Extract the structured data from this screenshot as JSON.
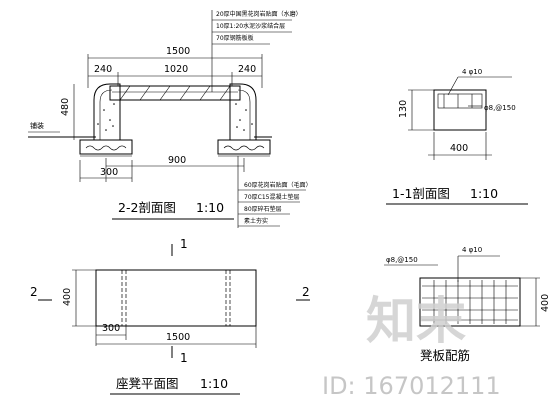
{
  "section22": {
    "notes_top": [
      "20厚中国黑花岗岩贴面（水磨）",
      "10厚1:20水泥沙浆结合层",
      "70厚钢筋板板"
    ],
    "dim_1500": "1500",
    "dim_240_left": "240",
    "dim_1020": "1020",
    "dim_240_right": "240",
    "dim_480": "480",
    "label_ground": "铺装",
    "dim_300": "300",
    "dim_900": "900",
    "notes_bottom": [
      "60厚花岗岩贴面（毛面）",
      "70厚C15混凝土垫层",
      "80厚碎石垫层",
      "素土夯实"
    ],
    "title": "2-2剖面图",
    "scale": "1:10"
  },
  "section11": {
    "label_top": "4 φ10",
    "label_right": "φ8,@150",
    "dim_130": "130",
    "dim_400": "400",
    "title": "1-1剖面图",
    "scale": "1:10"
  },
  "plan": {
    "marker_top": "1",
    "marker_bottom": "1",
    "marker_left": "2",
    "marker_right": "2",
    "dim_400": "400",
    "dim_300": "300",
    "dim_1500": "1500",
    "title": "座凳平面图",
    "scale": "1:10"
  },
  "rebar": {
    "label_left": "φ8,@150",
    "label_right": "4 φ10",
    "dim_400": "400",
    "title": "凳板配筋"
  },
  "watermark": {
    "logo": "知末",
    "id_text": "ID: 167012111"
  }
}
